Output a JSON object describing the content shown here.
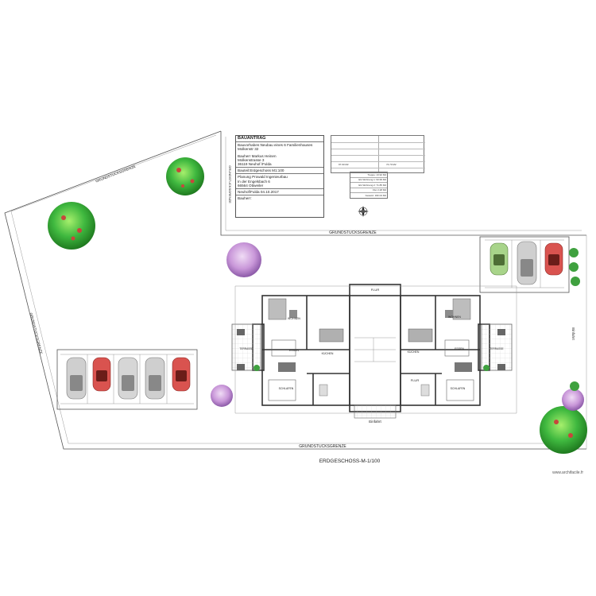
{
  "titleblock": {
    "title": "BAUANTRAG",
    "project_line1": "Bauvorhaben:Neubau eines 6 Familienhauses",
    "project_line2": "Molkenstr 32",
    "owner_line1": "Bauherr Markus Heinen",
    "owner_line2": "Molkenstrasse 3",
    "owner_line3": "36119 Neuhof /Fulda",
    "sheet": "Bauteil:Erdgeschoss M1:100",
    "planner_line1": "Planung Prowald Ingenieurbau",
    "planner_line2": "In der Engelsbach 6",
    "planner_line3": "66564 Ottweiler",
    "place_date": "Neuhof/Fulda 04.10.2017",
    "signature": "Bauherr:"
  },
  "area_block": {
    "total_left": "97.90 M2",
    "total_right": "74.70 M2"
  },
  "sum_table": [
    "Treppe: 13.92 M2",
    "EG Wohnung 1: 93.99 M2",
    "EG Wohnung 2: 71.85 M2",
    "Flur 2.28 M2",
    "Gesamt: 182.04 M2"
  ],
  "boundaries": {
    "top": "GRUNDSTUCKSGRENZE",
    "bottom": "GRUNDSTUCKSGRENZE",
    "diagonal": "GRUNDSTUCKSGRENZE",
    "left": "GRUNDSTUCKSGRENZE",
    "top_right": "GRUNDSTUCKSGRENZE"
  },
  "plan_title": "ERDGESCHOSS-M-1/100",
  "labels": {
    "einfahrt_right": "Einfahrt",
    "einfahrt_bottom": "Einfahrt",
    "flur_top": "FLUR",
    "flur_bottom": "FLUR",
    "kueche_left": "KÜCHEN",
    "kueche_right": "KÜCHEN",
    "essen_left": "ESSEN",
    "essen_right": "ESSEN",
    "wohnen_left": "WOHNEN",
    "wohnen_right": "WOHNEN",
    "schlafen_left": "SCHLAFEN",
    "schlafen_right": "SCHLAFEN",
    "terrasse_left": "TERRASSE",
    "terrasse_right": "TERRASSE"
  },
  "watermark": "www.archifacile.fr",
  "colors": {
    "tree_green": "#2e9e2e",
    "tree_light": "#7ed957",
    "tree_red": "#c8463c",
    "lilac": "#c99ad6",
    "car_red": "#d9534f",
    "car_green": "#a8d48a",
    "car_grey": "#bfbfbf"
  }
}
